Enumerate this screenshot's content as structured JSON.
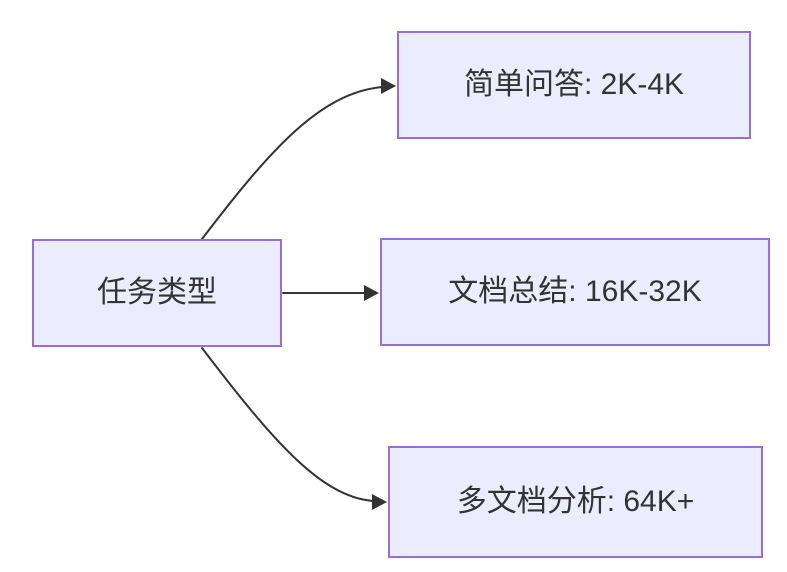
{
  "diagram": {
    "type": "flowchart",
    "direction": "left-to-right",
    "colors": {
      "background": "#FFFFFF",
      "node_fill": "#ECECFF",
      "node_border": "#9370DB",
      "node_text": "#333333",
      "edge": "#333333"
    },
    "nodes": {
      "root": {
        "label": "任务类型"
      },
      "simple_qa": {
        "label": "简单问答: 2K-4K"
      },
      "doc_summary": {
        "label": "文档总结: 16K-32K"
      },
      "multi_doc": {
        "label": "多文档分析: 64K+"
      }
    },
    "edges": [
      {
        "from": "任务类型",
        "to": "简单问答: 2K-4K",
        "style": "curved",
        "arrow": "triangle"
      },
      {
        "from": "任务类型",
        "to": "文档总结: 16K-32K",
        "style": "straight",
        "arrow": "triangle"
      },
      {
        "from": "任务类型",
        "to": "多文档分析: 64K+",
        "style": "curved",
        "arrow": "triangle"
      }
    ]
  }
}
